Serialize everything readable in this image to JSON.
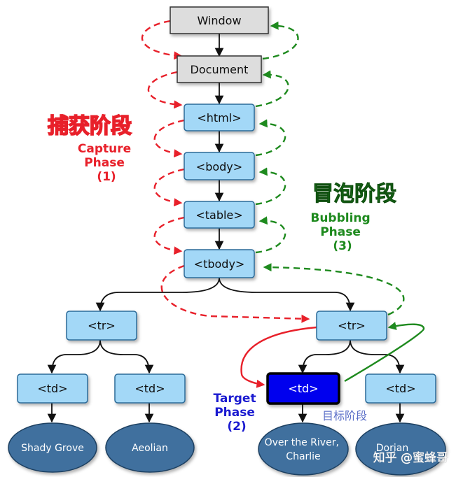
{
  "nodes": {
    "window": "Window",
    "document": "Document",
    "html": "<html>",
    "body": "<body>",
    "table": "<table>",
    "tbody": "<tbody>",
    "tr_left": "<tr>",
    "tr_right": "<tr>",
    "td_1": "<td>",
    "td_2": "<td>",
    "td_target": "<td>",
    "td_4": "<td>"
  },
  "leaves": {
    "leaf_1": [
      "Shady Grove"
    ],
    "leaf_2": [
      "Aeolian"
    ],
    "leaf_3": [
      "Over the River,",
      "Charlie"
    ],
    "leaf_4": [
      "Dorian"
    ]
  },
  "labels": {
    "capture_zh": "捕获阶段",
    "capture_en": [
      "Capture",
      "Phase",
      "(1)"
    ],
    "bubbling_zh": "冒泡阶段",
    "bubbling_en": [
      "Bubbling",
      "Phase",
      "(3)"
    ],
    "target_en": [
      "Target",
      "Phase",
      "(2)"
    ],
    "target_zh": "目标阶段",
    "watermark": "知乎 @蜜蜂哥"
  },
  "colors": {
    "capture": "#e8202a",
    "bubbling": "#1e8a1e",
    "target": "#1a1ad0",
    "target_zh": "#5b6fc8",
    "node_fill": "#a3d8f7",
    "node_stroke": "#2c6a98",
    "top_node_fill": "#dddddd",
    "target_fill": "#0000ee",
    "leaf_fill": "#3f6f9e"
  }
}
